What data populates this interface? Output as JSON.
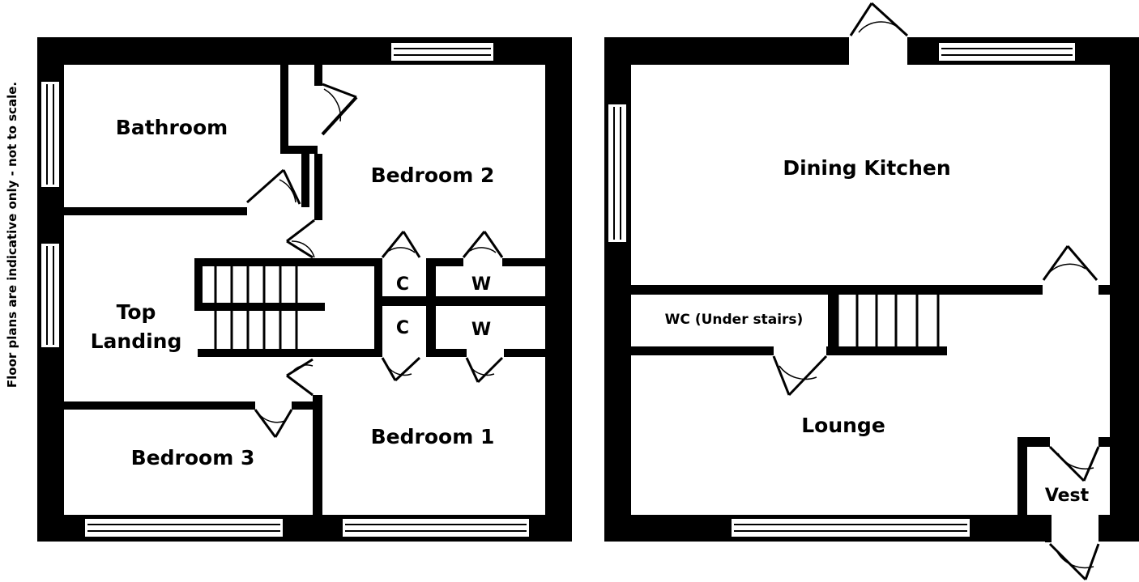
{
  "disclaimer": "Floor plans are indicative only - not to scale.",
  "upper_floor": {
    "rooms": {
      "bathroom": "Bathroom",
      "bedroom_2": "Bedroom 2",
      "top_landing_line1": "Top",
      "top_landing_line2": "Landing",
      "bedroom_3": "Bedroom 3",
      "bedroom_1": "Bedroom 1",
      "cupboard_1": "C",
      "cupboard_2": "C",
      "wardrobe_1": "W",
      "wardrobe_2": "W"
    }
  },
  "ground_floor": {
    "rooms": {
      "dining_kitchen": "Dining Kitchen",
      "wc": "WC (Under stairs)",
      "lounge": "Lounge",
      "vestibule": "Vest"
    }
  }
}
